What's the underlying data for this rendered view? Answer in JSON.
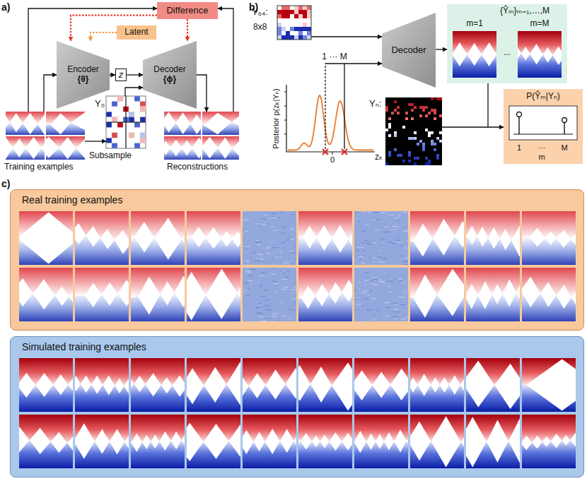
{
  "diagram": {
    "nodes": [
      {
        "text": [
          "Difference"
        ]
      },
      {
        "text": [
          "Latent"
        ]
      },
      {
        "text": [
          "Encoder",
          "{θ}"
        ]
      },
      {
        "text": [
          "z"
        ]
      },
      {
        "text": [
          "Decoder",
          "{ϕ}"
        ]
      },
      {
        "text": [
          "Decoder"
        ]
      },
      {
        "text": [
          "{Ŷₘ}ₘ₌₁,…,M",
          "m=1",
          "...",
          "m=M"
        ]
      },
      {
        "text": [
          "P(Ŷₘ|Yₙ)"
        ]
      },
      {
        "text": [
          "Real training examples"
        ]
      },
      {
        "text": [
          "Simulated training examples"
        ]
      }
    ],
    "edges": [
      {
        "from": 0,
        "to": 2,
        "arrow": "to"
      },
      {
        "from": 0,
        "to": 4,
        "arrow": "to"
      },
      {
        "from": 1,
        "to": 2,
        "arrow": "to"
      },
      {
        "from": 2,
        "to": 3,
        "arrow": "to"
      },
      {
        "from": 3,
        "to": 4,
        "arrow": "to"
      },
      {
        "from": 5,
        "to": 6,
        "arrow": "to"
      },
      {
        "from": 6,
        "to": 7,
        "arrow": "to"
      }
    ],
    "labels": [
      "a)",
      "b)",
      "c)",
      "Y₀",
      "Training examples",
      "Subsample",
      "Reconstructions",
      "Y₆₄:",
      "8x8",
      "1 ··· M",
      "Posterior p(zₖ|Yₙ)",
      "0",
      "zₖ",
      "Yₙ:",
      "1",
      "···",
      "M",
      "m"
    ]
  }
}
